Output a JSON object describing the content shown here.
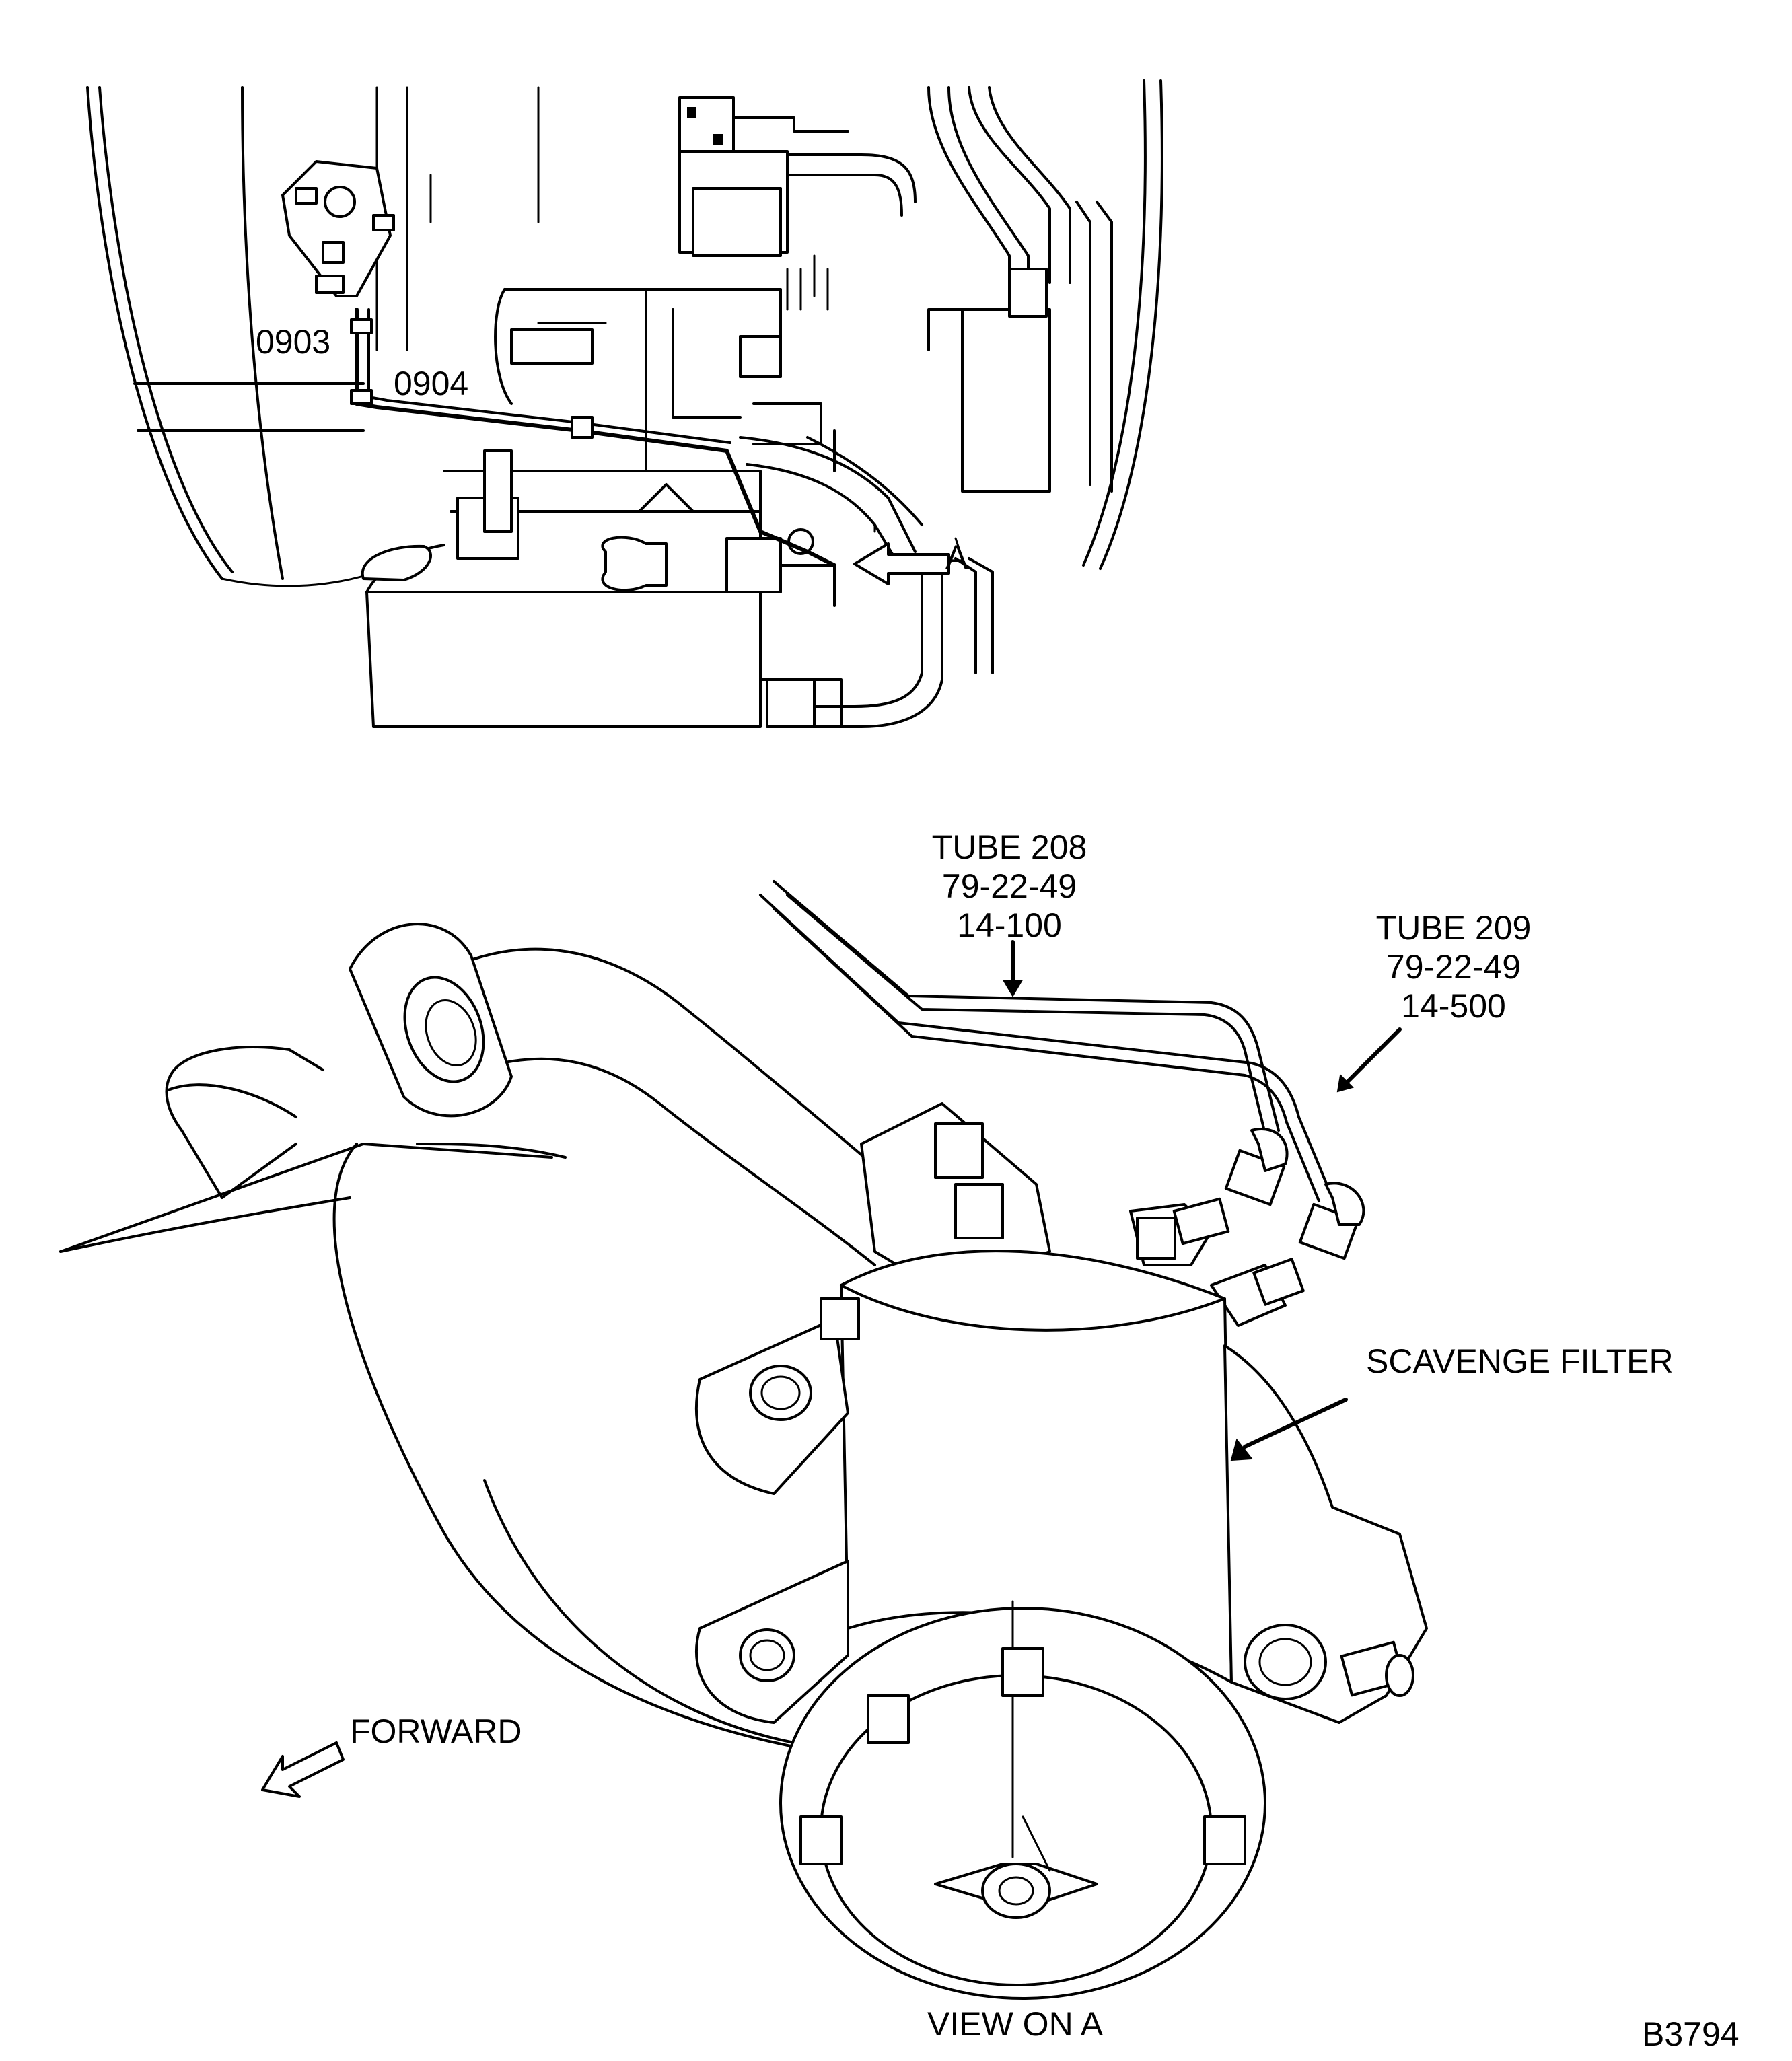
{
  "labels": {
    "callout_0903": "0903",
    "callout_0904": "0904",
    "view_letter": "A",
    "tube_208": [
      "TUBE 208",
      "79-22-49",
      "14-100"
    ],
    "tube_209": [
      "TUBE 209",
      "79-22-49",
      "14-500"
    ],
    "scavenge_filter": "SCAVENGE FILTER",
    "forward": "FORWARD",
    "view_caption": "VIEW ON A",
    "figure_id": "B3794"
  },
  "colors": {
    "ink": "#000000",
    "paper": "#ffffff"
  },
  "icons": [
    "forward-arrow-icon",
    "view-direction-arrow-icon"
  ]
}
